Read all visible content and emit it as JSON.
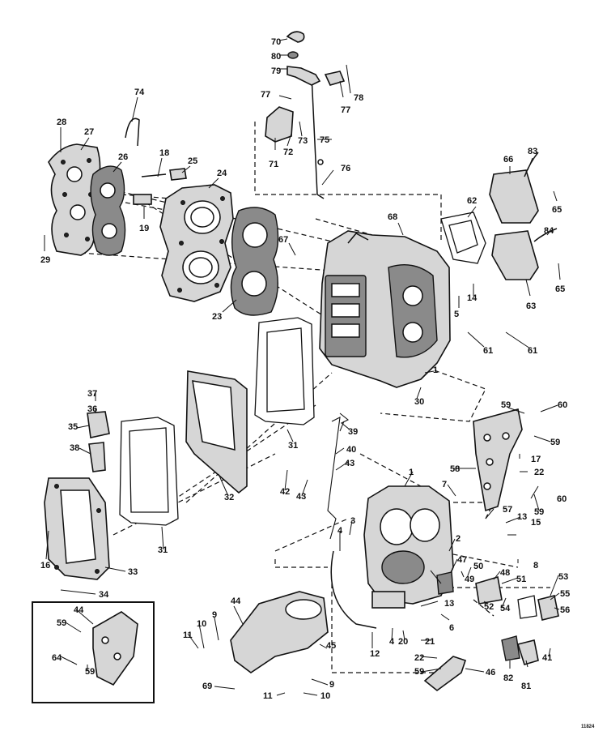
{
  "image_code": "11824",
  "part_labels": [
    "1",
    "2",
    "3",
    "4",
    "5",
    "6",
    "7",
    "8",
    "9",
    "10",
    "11",
    "12",
    "13",
    "14",
    "15",
    "16",
    "17",
    "18",
    "19",
    "20",
    "21",
    "22",
    "23",
    "24",
    "25",
    "26",
    "27",
    "28",
    "29",
    "30",
    "31",
    "32",
    "33",
    "34",
    "35",
    "36",
    "37",
    "38",
    "39",
    "40",
    "41",
    "42",
    "43",
    "44",
    "45",
    "46",
    "47",
    "48",
    "49",
    "50",
    "51",
    "52",
    "53",
    "54",
    "55",
    "56",
    "57",
    "58",
    "59",
    "60",
    "61",
    "62",
    "63",
    "64",
    "65",
    "66",
    "67",
    "68",
    "69",
    "70",
    "71",
    "72",
    "73",
    "74",
    "75",
    "76",
    "77",
    "78",
    "79",
    "80",
    "81",
    "82",
    "83",
    "84"
  ]
}
